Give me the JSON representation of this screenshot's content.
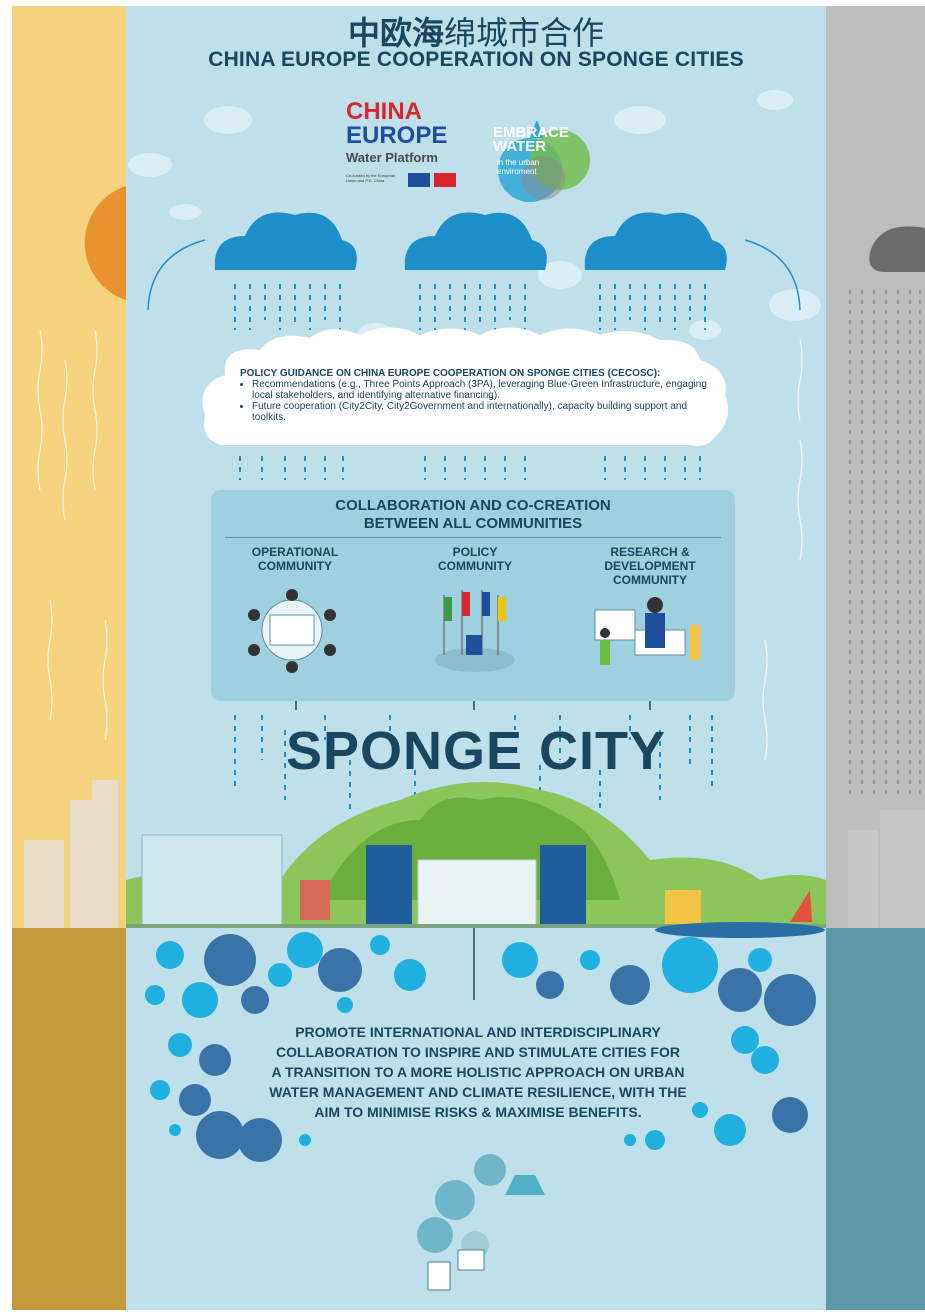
{
  "title_cn_bold": "中欧海",
  "title_cn_rest": "绵城市合作",
  "title_en": "CHINA EUROPE COOPERATION ON SPONGE CITIES",
  "logo_cew": {
    "line1": "CHINA",
    "line2": "EUROPE",
    "line3": "Water Platform",
    "cofunded": "Co-funded by the European Union and P.R. China"
  },
  "logo_embrace": {
    "line1": "EMBRACE",
    "line2": "WATER",
    "line3": "in the urban",
    "line4": "enviroment"
  },
  "policy": {
    "heading": "POLICY GUIDANCE ON CHINA EUROPE COOPERATION ON SPONGE CITIES (CECOSC):",
    "bullet1": "Recommendations (e.g., Three Points Approach (3PA), leveraging Blue-Green Infrastructure, engaging local stakeholders, and identifying alternative financing).",
    "bullet2": "Future cooperation (City2City, City2Government and internationally), capacity building support and toolkits."
  },
  "collab": {
    "title_line1": "COLLABORATION AND CO-CREATION",
    "title_line2": "BETWEEN ALL COMMUNITIES",
    "op_line1": "OPERATIONAL",
    "op_line2": "COMMUNITY",
    "pol_line1": "POLICY",
    "pol_line2": "COMMUNITY",
    "rd_line1": "RESEARCH &",
    "rd_line2": "DEVELOPMENT",
    "rd_line3": "COMMUNITY"
  },
  "sponge_city": "SPONGE CITY",
  "promote": {
    "l1": "PROMOTE INTERNATIONAL AND INTERDISCIPLINARY",
    "l2": "COLLABORATION TO INSPIRE AND STIMULATE CITIES FOR",
    "l3": "A TRANSITION TO A MORE HOLISTIC APPROACH ON URBAN",
    "l4": "WATER MANAGEMENT AND CLIMATE RESILIENCE, WITH THE",
    "l5": "AIM TO MINIMISE RISKS & MAXIMISE BENEFITS."
  },
  "colors": {
    "navy": "#1a4660",
    "sky": "#bfe0eb",
    "cloud_blue": "#1e8ec8",
    "bubble_cyan": "#1fb0e0",
    "bubble_dark": "#3a73a8"
  }
}
